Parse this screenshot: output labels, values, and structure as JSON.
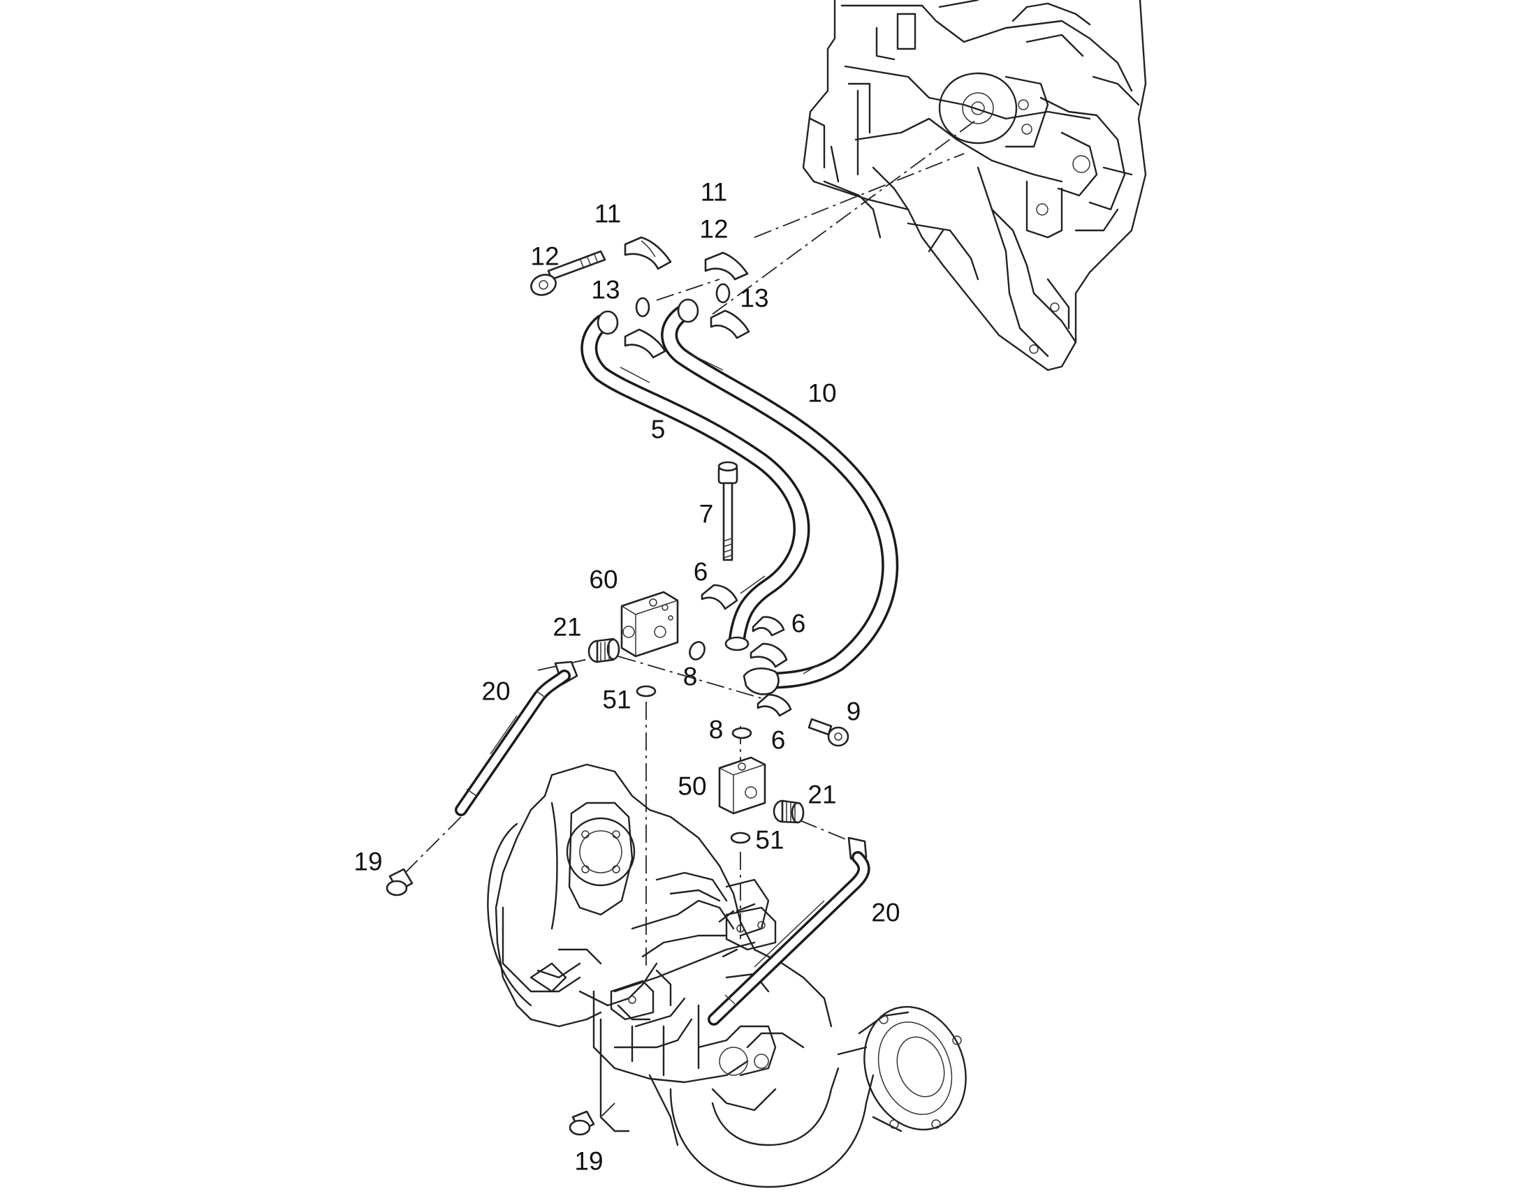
{
  "callouts": [
    {
      "id": "c11a",
      "text": "11"
    },
    {
      "id": "c11b",
      "text": "11"
    },
    {
      "id": "c12a",
      "text": "12"
    },
    {
      "id": "c12b",
      "text": "12"
    },
    {
      "id": "c13a",
      "text": "13"
    },
    {
      "id": "c13b",
      "text": "13"
    },
    {
      "id": "c10",
      "text": "10"
    },
    {
      "id": "c5",
      "text": "5"
    },
    {
      "id": "c7",
      "text": "7"
    },
    {
      "id": "c6a",
      "text": "6"
    },
    {
      "id": "c6b",
      "text": "6"
    },
    {
      "id": "c6c",
      "text": "6"
    },
    {
      "id": "c60",
      "text": "60"
    },
    {
      "id": "c21a",
      "text": "21"
    },
    {
      "id": "c21b",
      "text": "21"
    },
    {
      "id": "c8a",
      "text": "8"
    },
    {
      "id": "c8b",
      "text": "8"
    },
    {
      "id": "c20a",
      "text": "20"
    },
    {
      "id": "c20b",
      "text": "20"
    },
    {
      "id": "c51a",
      "text": "51"
    },
    {
      "id": "c51b",
      "text": "51"
    },
    {
      "id": "c9",
      "text": "9"
    },
    {
      "id": "c50",
      "text": "50"
    },
    {
      "id": "c19a",
      "text": "19"
    },
    {
      "id": "c19b",
      "text": "19"
    }
  ]
}
